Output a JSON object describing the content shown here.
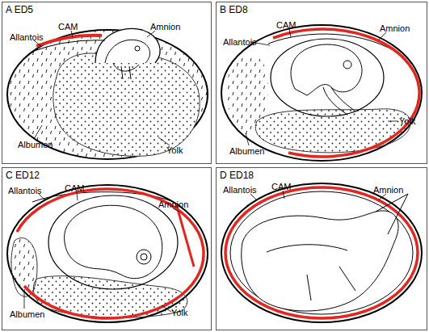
{
  "diagram": {
    "nodes": [
      {
        "text": [
          "A ED5"
        ]
      },
      {
        "text": [
          "B ED8"
        ]
      },
      {
        "text": [
          "C ED12"
        ]
      },
      {
        "text": [
          "D ED18"
        ]
      }
    ],
    "labels": [
      "Allantois",
      "CAM",
      "Amnion",
      "Albumen",
      "Yolk",
      "Allantois",
      "CAM",
      "Amnion",
      "Albumen",
      "Yolk",
      "Allantois",
      "CAM",
      "Amnion",
      "Albumen",
      "Yolk",
      "Allantois",
      "CAM",
      "Amnion"
    ]
  }
}
